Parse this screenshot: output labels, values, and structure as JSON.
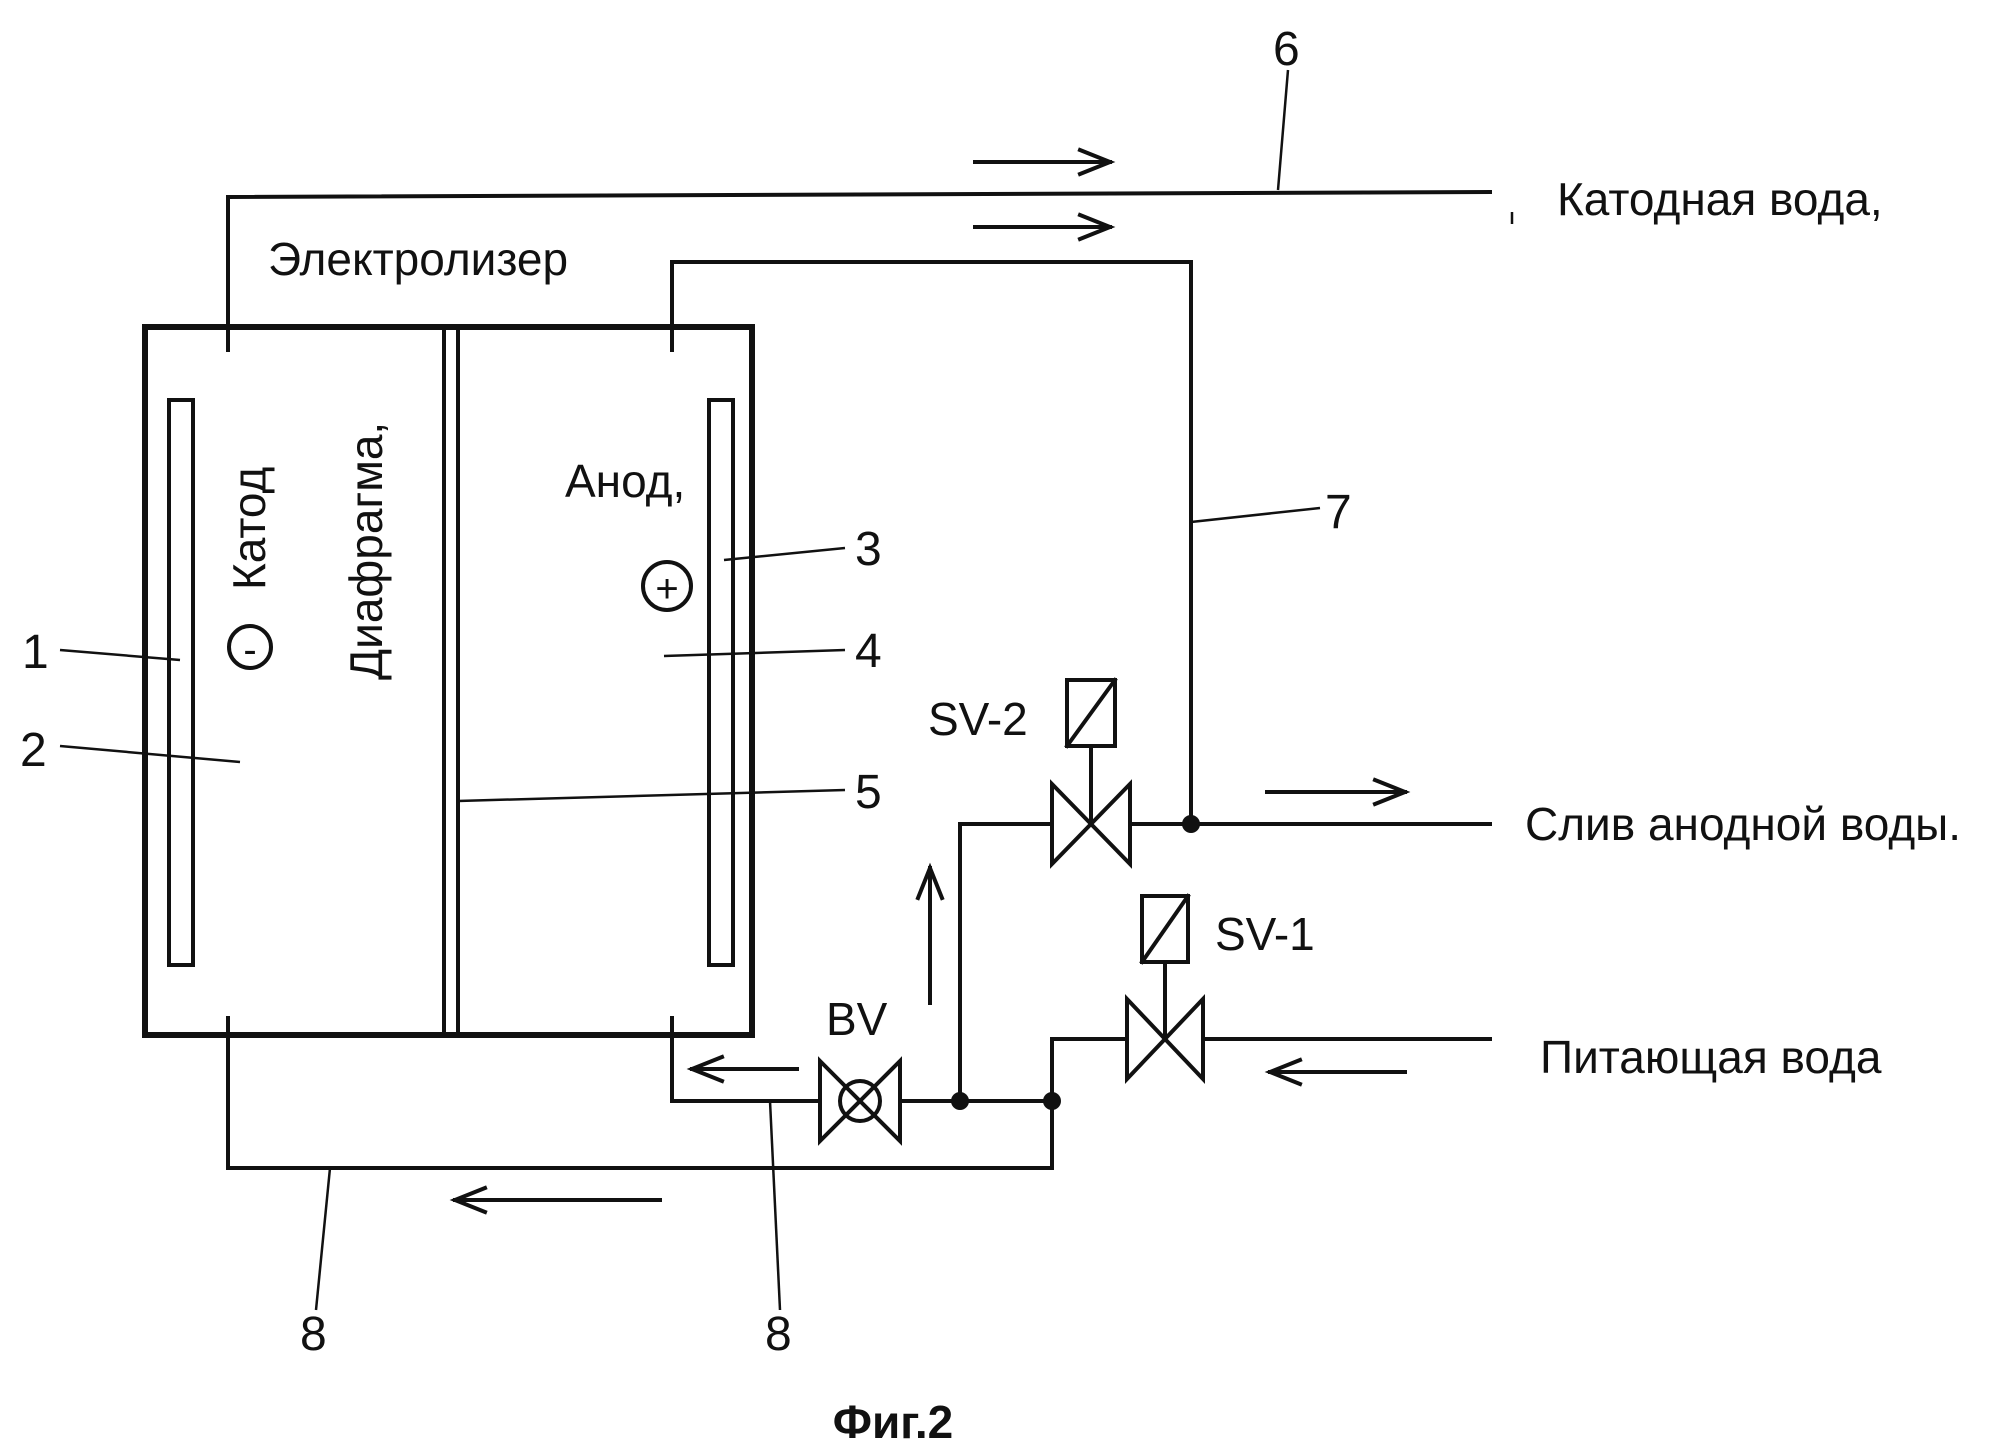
{
  "labels": {
    "electrolyzer": "Электролизер",
    "cathode": "Катод",
    "diaphragm": "Диафрагма,",
    "anode": "Анод,",
    "cathode_water": "Катодная вода,",
    "anode_water_drain": "Слив анодной воды.",
    "feed_water": "Питающая вода",
    "sv1": "SV-1",
    "sv2": "SV-2",
    "bv": "BV",
    "minus_sign": "-",
    "plus_sign": "+"
  },
  "numbers": {
    "n1": "1",
    "n2": "2",
    "n3": "3",
    "n4": "4",
    "n5": "5",
    "n6": "6",
    "n7": "7",
    "n8_left": "8",
    "n8_right": "8"
  },
  "caption": "Фиг.2"
}
